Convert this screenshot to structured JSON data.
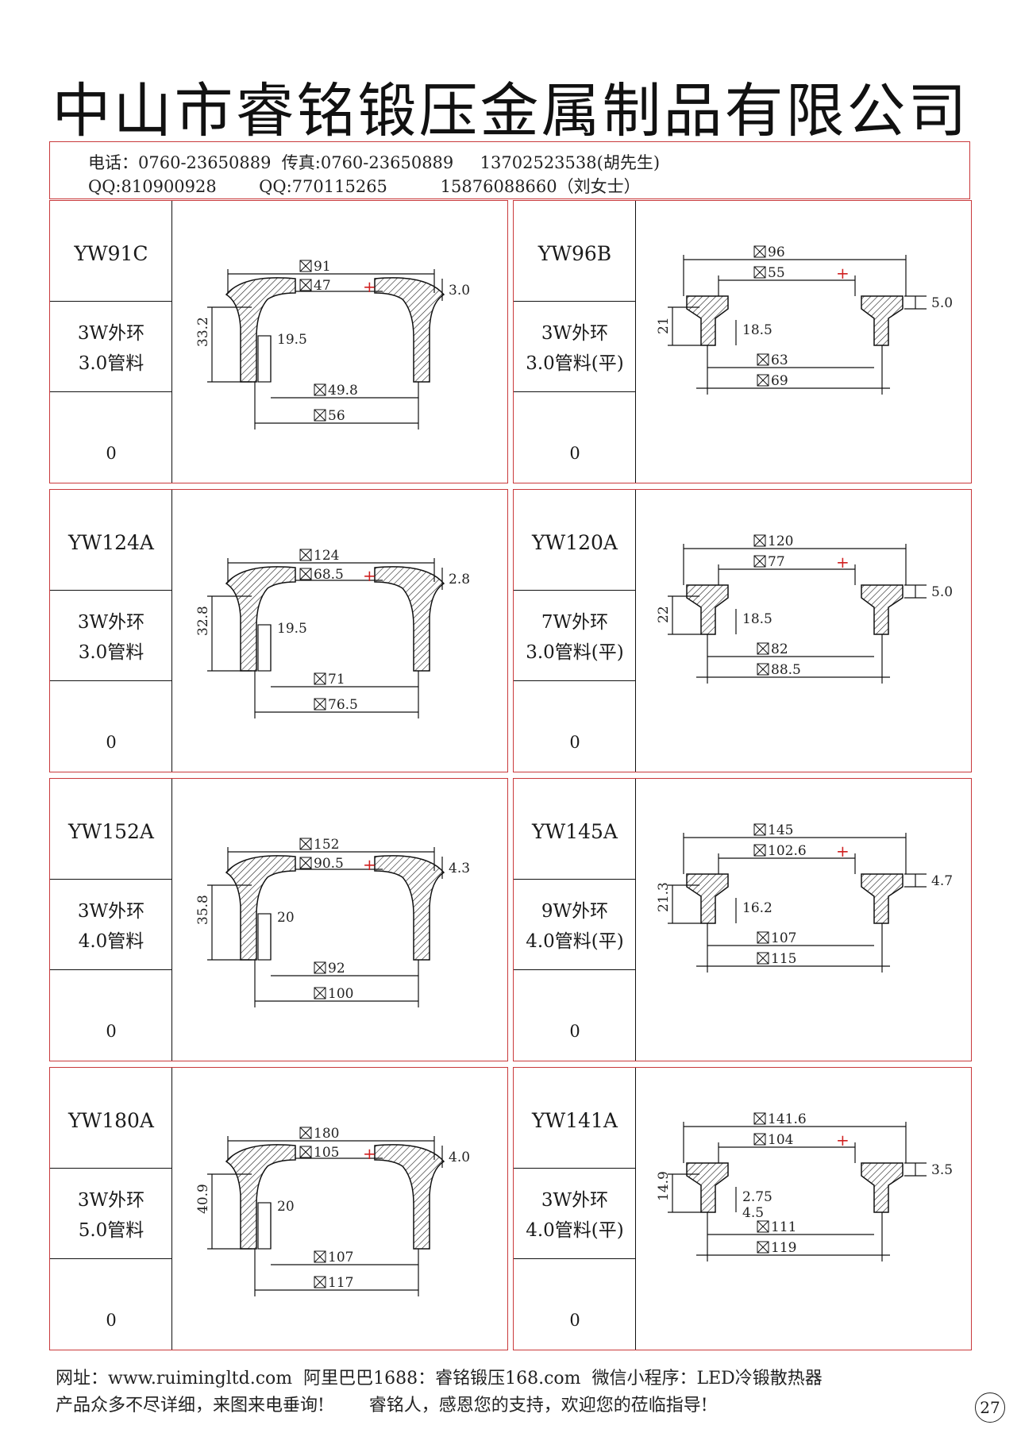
{
  "header": {
    "company_title": "中山市睿铭锻压金属制品有限公司"
  },
  "contact": {
    "line1": "电话：0760-23650889  传真:0760-23650889     13702523538(胡先生)",
    "line2": "QQ:810900928        QQ:770115265          15876088660（刘女士）"
  },
  "products": [
    {
      "code": "YW91C",
      "spec_line1": "3W外环",
      "spec_line2": "3.0管料",
      "qty": "0",
      "dims": {
        "top_outer": "91",
        "top_inner": "47",
        "right_thickness": "3.0",
        "height": "33.2",
        "center_height": "19.5",
        "bottom_inner": "49.8",
        "bottom_outer": "56"
      }
    },
    {
      "code": "YW96B",
      "spec_line1": "3W外环",
      "spec_line2": "3.0管料(平)",
      "qty": "0",
      "dims": {
        "top_outer": "96",
        "top_inner": "55",
        "right_thickness": "5.0",
        "height": "21",
        "center_height": "18.5",
        "bottom_inner": "63",
        "bottom_outer": "69"
      }
    },
    {
      "code": "YW124A",
      "spec_line1": "3W外环",
      "spec_line2": "3.0管料",
      "qty": "0",
      "dims": {
        "top_outer": "124",
        "top_inner": "68.5",
        "right_thickness": "2.8",
        "height": "32.8",
        "center_height": "19.5",
        "bottom_inner": "71",
        "bottom_outer": "76.5"
      }
    },
    {
      "code": "YW120A",
      "spec_line1": "7W外环",
      "spec_line2": "3.0管料(平)",
      "qty": "0",
      "dims": {
        "top_outer": "120",
        "top_inner": "77",
        "right_thickness": "5.0",
        "height": "22",
        "center_height": "18.5",
        "bottom_inner": "82",
        "bottom_outer": "88.5"
      }
    },
    {
      "code": "YW152A",
      "spec_line1": "3W外环",
      "spec_line2": "4.0管料",
      "qty": "0",
      "dims": {
        "top_outer": "152",
        "top_inner": "90.5",
        "right_thickness": "4.3",
        "height": "35.8",
        "center_height": "20",
        "bottom_inner": "92",
        "bottom_outer": "100"
      }
    },
    {
      "code": "YW145A",
      "spec_line1": "9W外环",
      "spec_line2": "4.0管料(平)",
      "qty": "0",
      "dims": {
        "top_outer": "145",
        "top_inner": "102.6",
        "right_thickness": "4.7",
        "height": "21.3",
        "center_height": "16.2",
        "bottom_inner": "107",
        "bottom_outer": "115"
      }
    },
    {
      "code": "YW180A",
      "spec_line1": "3W外环",
      "spec_line2": "5.0管料",
      "qty": "0",
      "dims": {
        "top_outer": "180",
        "top_inner": "105",
        "right_thickness": "4.0",
        "height": "40.9",
        "center_height": "20",
        "bottom_inner": "107",
        "bottom_outer": "117"
      }
    },
    {
      "code": "YW141A",
      "spec_line1": "3W外环",
      "spec_line2": "4.0管料(平)",
      "qty": "0",
      "dims": {
        "top_outer": "141.6",
        "top_inner": "104",
        "right_thickness": "3.5",
        "height": "14.9",
        "center_height": "2.75",
        "center_height2": "4.5",
        "bottom_inner": "111",
        "bottom_outer": "119"
      }
    }
  ],
  "footer": {
    "line1": "网址：www.ruimingltd.com  阿里巴巴1688：睿铭锻压168.com  微信小程序：LED冷锻散热器",
    "line2": "产品众多不尽详细，来图来电垂询!        睿铭人，感恩您的支持，欢迎您的莅临指导!",
    "page_number": "27"
  }
}
